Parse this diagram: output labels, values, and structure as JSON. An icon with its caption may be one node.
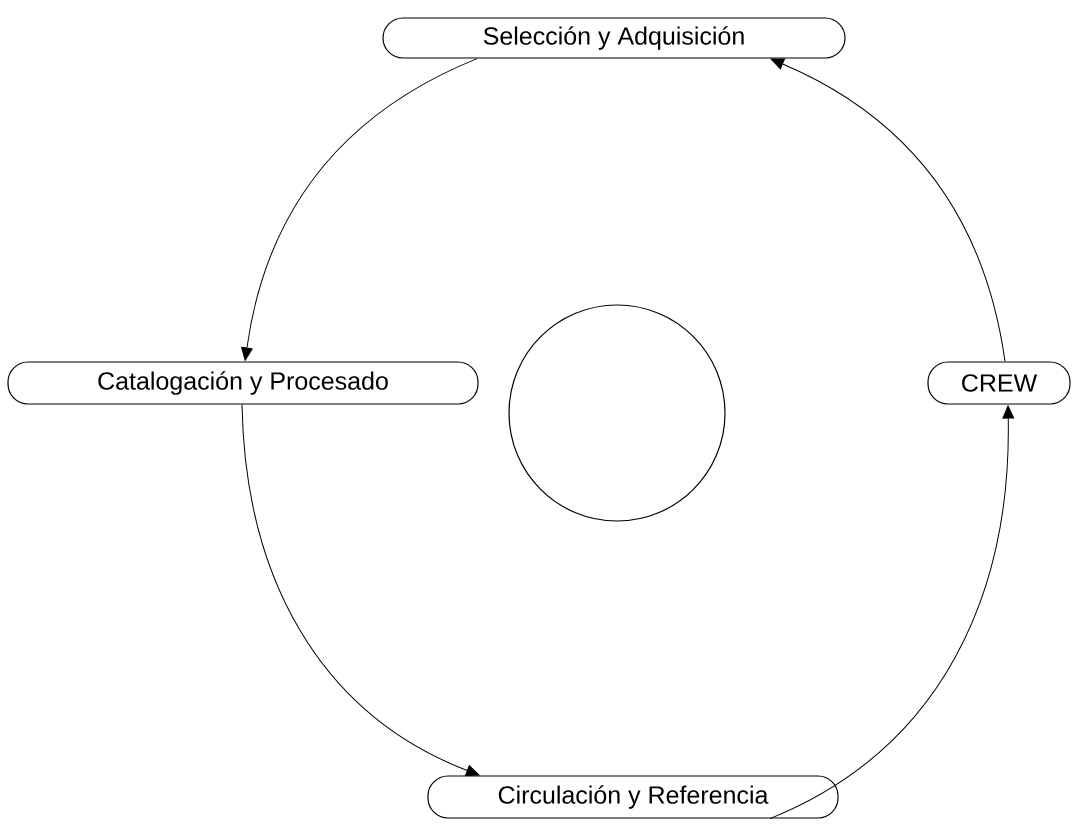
{
  "diagram": {
    "nodes": [
      {
        "text": [
          "Selección y Adquisición"
        ]
      },
      {
        "text": [
          "Catalogación y Procesado"
        ]
      },
      {
        "text": [],
        "shape": "circle"
      },
      {
        "text": [
          "CREW"
        ]
      },
      {
        "text": [
          "Circulación y Referencia"
        ]
      }
    ],
    "edges": [
      {
        "from": 0,
        "to": 1,
        "arrow": "to"
      },
      {
        "from": 1,
        "to": 4,
        "arrow": "to"
      },
      {
        "from": 4,
        "to": 3,
        "arrow": "to"
      },
      {
        "from": 3,
        "to": 0,
        "arrow": "to"
      }
    ]
  }
}
